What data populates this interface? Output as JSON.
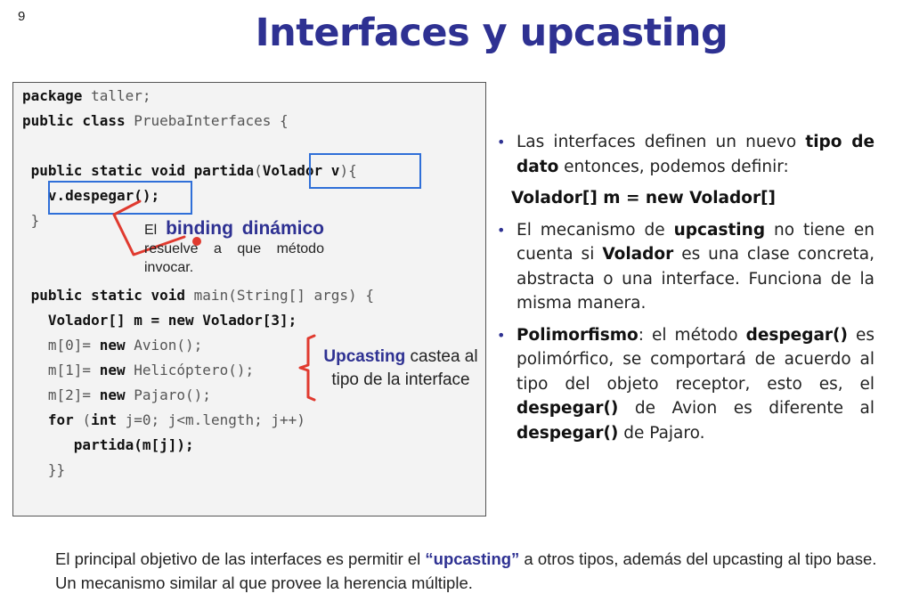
{
  "slide_number": "9",
  "title": "Interfaces y upcasting",
  "code": [
    [
      {
        "t": "package",
        "k": true
      },
      {
        "t": " taller;"
      }
    ],
    [
      {
        "t": "public class",
        "k": true
      },
      {
        "t": " PruebaInterfaces {"
      }
    ],
    [],
    [
      {
        "t": " public static void partida",
        "k": true
      },
      {
        "t": "("
      },
      {
        "t": "Volador v",
        "k": true
      },
      {
        "t": "){"
      }
    ],
    [
      {
        "t": "   "
      },
      {
        "t": "v.despegar();",
        "k": true
      }
    ],
    [
      {
        "t": " }"
      }
    ],
    [],
    [],
    [
      {
        "t": " public static void",
        "k": true
      },
      {
        "t": " main(String[] args) {"
      }
    ],
    [
      {
        "t": "   "
      },
      {
        "t": "Volador[] m = new Volador[3];",
        "k": true
      }
    ],
    [
      {
        "t": "   m[0]= "
      },
      {
        "t": "new",
        "k": true
      },
      {
        "t": " Avion();"
      }
    ],
    [
      {
        "t": "   m[1]= "
      },
      {
        "t": "new",
        "k": true
      },
      {
        "t": " Helicóptero();"
      }
    ],
    [
      {
        "t": "   m[2]= "
      },
      {
        "t": "new",
        "k": true
      },
      {
        "t": " Pajaro();"
      }
    ],
    [
      {
        "t": "   "
      },
      {
        "t": "for",
        "k": true
      },
      {
        "t": " ("
      },
      {
        "t": "int",
        "k": true
      },
      {
        "t": " j=0; j<m.length; j++)"
      }
    ],
    [
      {
        "t": "      "
      },
      {
        "t": "partida(m[j]);",
        "k": true
      }
    ],
    [
      {
        "t": "   }}"
      }
    ]
  ],
  "binding_note": {
    "w1": "El",
    "w2": "binding",
    "w3": "dinámico",
    "r1": "resuelve",
    "r2": "a",
    "r3": "que",
    "r4": "método",
    "line3": "invocar."
  },
  "upcast_note": {
    "strong": "Upcasting",
    "rest1": " castea al",
    "line2": "tipo de la interface"
  },
  "bullets": {
    "b1": [
      {
        "t": "Las interfaces definen un nuevo "
      },
      {
        "t": "tipo de dato",
        "b": true
      },
      {
        "t": " entonces, podemos definir:"
      }
    ],
    "decl": "Volador[] m = new Volador[]",
    "b2": [
      {
        "t": "El mecanismo de "
      },
      {
        "t": "upcasting",
        "b": true
      },
      {
        "t": " no tiene en cuenta si "
      },
      {
        "t": "Volador",
        "b": true
      },
      {
        "t": " es una clase concreta, abstracta o una interface. Funciona de la misma manera."
      }
    ],
    "b3": [
      {
        "t": "Polimorfismo",
        "b": true
      },
      {
        "t": ": el método "
      },
      {
        "t": "despegar()",
        "b": true
      },
      {
        "t": " es polimórfico, se comportará de acuerdo al tipo del objeto receptor, esto es, el "
      },
      {
        "t": "despegar()",
        "b": true
      },
      {
        "t": " de Avion es diferente al "
      },
      {
        "t": "despegar()",
        "b": true
      },
      {
        "t": " de Pajaro."
      }
    ]
  },
  "footer": {
    "p1": "El principal objetivo de las interfaces es permitir el ",
    "hl": "“upcasting”",
    "p2": " a otros tipos, además del upcasting al tipo base.",
    "line2": "Un mecanismo similar al que provee la herencia múltiple."
  },
  "colors": {
    "title": "#2e3192",
    "highlight_box": "#2f6fd8",
    "annotation": "#e03a2f"
  }
}
